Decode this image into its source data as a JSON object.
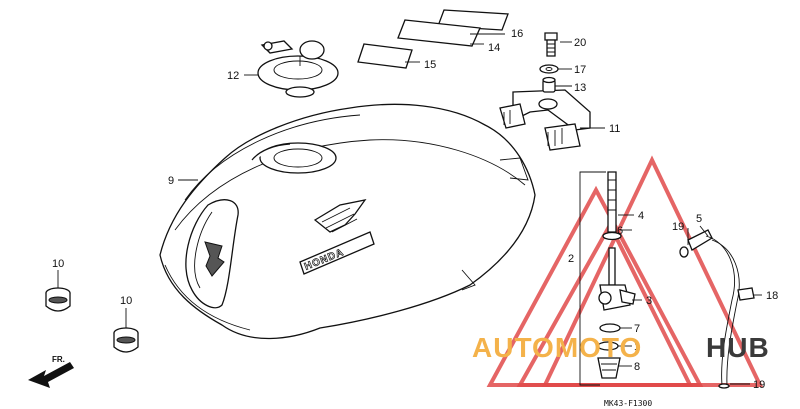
{
  "diagram": {
    "code": "MK43-F1300",
    "direction_label": "FR.",
    "emblem_text": "HONDA",
    "callouts": [
      {
        "id": "c16",
        "label": "16"
      },
      {
        "id": "c14",
        "label": "14"
      },
      {
        "id": "c15",
        "label": "15"
      },
      {
        "id": "c12",
        "label": "12"
      },
      {
        "id": "c20",
        "label": "20"
      },
      {
        "id": "c17",
        "label": "17"
      },
      {
        "id": "c13",
        "label": "13"
      },
      {
        "id": "c11",
        "label": "11"
      },
      {
        "id": "c9",
        "label": "9"
      },
      {
        "id": "c4",
        "label": "4"
      },
      {
        "id": "c6",
        "label": "6"
      },
      {
        "id": "c2",
        "label": "2"
      },
      {
        "id": "c19a",
        "label": "19"
      },
      {
        "id": "c5",
        "label": "5"
      },
      {
        "id": "c3",
        "label": "3"
      },
      {
        "id": "c7",
        "label": "7"
      },
      {
        "id": "c1",
        "label": "1"
      },
      {
        "id": "c8",
        "label": "8"
      },
      {
        "id": "c18",
        "label": "18"
      },
      {
        "id": "c19b",
        "label": "19"
      },
      {
        "id": "c10a",
        "label": "10"
      },
      {
        "id": "c10b",
        "label": "10"
      }
    ]
  },
  "watermark": {
    "text_orange": "AUTOMOTO",
    "text_dark": "HUB",
    "color_orange": "#f4b24a",
    "color_dark": "#3a3a3a",
    "color_red": "#e04a4a"
  }
}
